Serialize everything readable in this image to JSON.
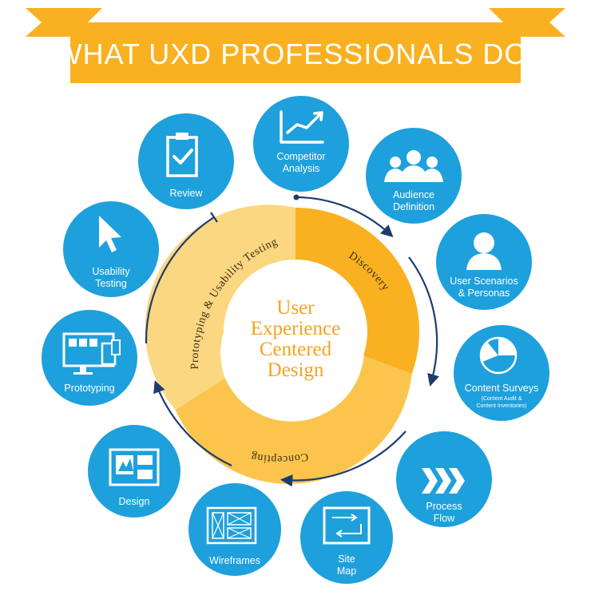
{
  "header": {
    "title": "WHAT UXD PROFESSIONALS DO:"
  },
  "center": {
    "lines": [
      "User",
      "Experience",
      "Centered",
      "Design"
    ]
  },
  "phases": [
    {
      "id": "discovery",
      "label": "Discovery"
    },
    {
      "id": "concepting",
      "label": "Concepting"
    },
    {
      "id": "prototyping-testing",
      "label": "Prototyping & Usability Testing"
    }
  ],
  "nodes": [
    {
      "id": "competitor-analysis",
      "icon": "line-chart-icon",
      "lines": [
        "Competitor",
        "Analysis"
      ]
    },
    {
      "id": "audience-definition",
      "icon": "people-group-icon",
      "lines": [
        "Audience",
        "Definition"
      ]
    },
    {
      "id": "user-scenarios",
      "icon": "person-icon",
      "lines": [
        "User Scenarios",
        "& Personas"
      ]
    },
    {
      "id": "content-surveys",
      "icon": "pie-chart-icon",
      "lines": [
        "Content Surveys"
      ],
      "sublines": [
        "(Content Audit &",
        "Content Inventories)"
      ]
    },
    {
      "id": "process-flow",
      "icon": "chevrons-icon",
      "lines": [
        "Process",
        "Flow"
      ]
    },
    {
      "id": "site-map",
      "icon": "site-map-icon",
      "lines": [
        "Site",
        "Map"
      ]
    },
    {
      "id": "wireframes",
      "icon": "wireframe-icon",
      "lines": [
        "Wireframes"
      ]
    },
    {
      "id": "design",
      "icon": "image-layout-icon",
      "lines": [
        "Design"
      ]
    },
    {
      "id": "prototyping",
      "icon": "monitor-devices-icon",
      "lines": [
        "Prototyping"
      ]
    },
    {
      "id": "usability-testing",
      "icon": "cursor-arrow-icon",
      "lines": [
        "Usability",
        "Testing"
      ]
    },
    {
      "id": "review",
      "icon": "clipboard-check-icon",
      "lines": [
        "Review"
      ]
    }
  ],
  "colors": {
    "node_blue": "#1ea0dc",
    "banner": "#f9b121",
    "banner_dark": "#c98612",
    "discovery": "#f9b121",
    "concepting": "#fbc54d",
    "prototyping": "#fcd782",
    "center_text": "#f5a31f",
    "arrow": "#1d3c6e"
  }
}
